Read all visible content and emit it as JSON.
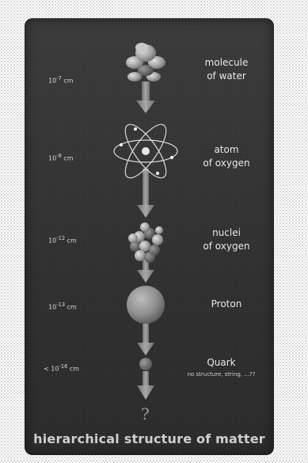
{
  "title": "hierarchical structure of matter",
  "levels": [
    {
      "scale_base": "10",
      "scale_exp": "-7",
      "scale_unit": " cm",
      "label_line1": "molecule",
      "label_line2": "of water",
      "icon": "water-molecule-icon"
    },
    {
      "scale_base": "10",
      "scale_exp": "-8",
      "scale_unit": " cm",
      "label_line1": "atom",
      "label_line2": "of oxygen",
      "icon": "atom-icon"
    },
    {
      "scale_base": "10",
      "scale_exp": "-12",
      "scale_unit": " cm",
      "label_line1": "nuclei",
      "label_line2": "of oxygen",
      "icon": "nucleus-icon"
    },
    {
      "scale_base": "10",
      "scale_exp": "-13",
      "scale_unit": " cm",
      "label_line1": "Proton",
      "label_line2": "",
      "icon": "proton-icon"
    },
    {
      "scale_base": "< 10",
      "scale_exp": "-16",
      "scale_unit": " cm",
      "label_line1": "Quark",
      "label_line2": "no structure, string, ...??",
      "icon": "quark-icon"
    }
  ],
  "unknown_mark": "?",
  "colors": {
    "panel": "#333333",
    "arrow": "#8c8c8c",
    "text": "#e8e8e8",
    "title": "#cfcfcf"
  }
}
